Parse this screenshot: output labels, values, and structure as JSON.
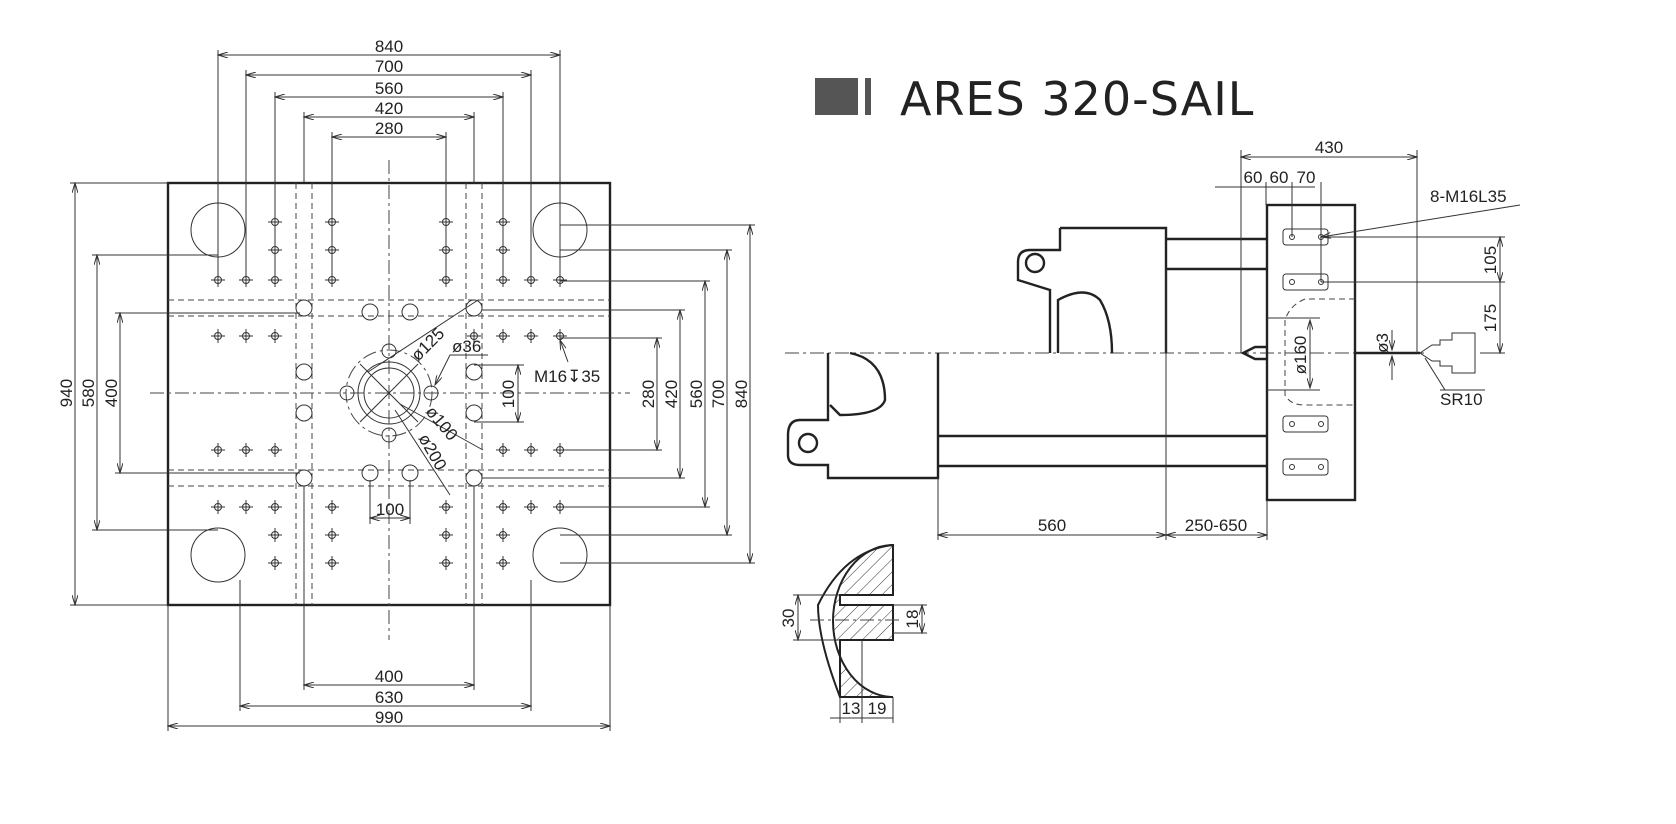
{
  "title": "ARES 320-SAIL",
  "colors": {
    "line": "#222222",
    "title_block": "#555555"
  },
  "platen_view": {
    "top_dims": [
      "840",
      "700",
      "560",
      "420",
      "280"
    ],
    "left_dims": [
      "940",
      "580",
      "400"
    ],
    "right_dims": [
      "280",
      "420",
      "560",
      "700",
      "840"
    ],
    "bottom_dims": [
      "400",
      "630",
      "990"
    ],
    "center_dims": {
      "h100": "100",
      "v100": "100"
    },
    "callouts": {
      "d125": "ø125",
      "d36": "ø36",
      "d100": "ø100",
      "d200": "ø200",
      "thread": "M16↧35"
    }
  },
  "side_view": {
    "dims": {
      "d430": "430",
      "d60a": "60",
      "d60b": "60",
      "d70": "70",
      "bolt": "8-M16L35",
      "d105": "105",
      "d175": "175",
      "d3": "ø3",
      "d160": "ø160",
      "sr10": "SR10",
      "d560": "560",
      "stroke": "250-650"
    }
  },
  "section_view": {
    "dims": {
      "d30": "30",
      "d18": "18",
      "d13": "13",
      "d19": "19"
    }
  }
}
